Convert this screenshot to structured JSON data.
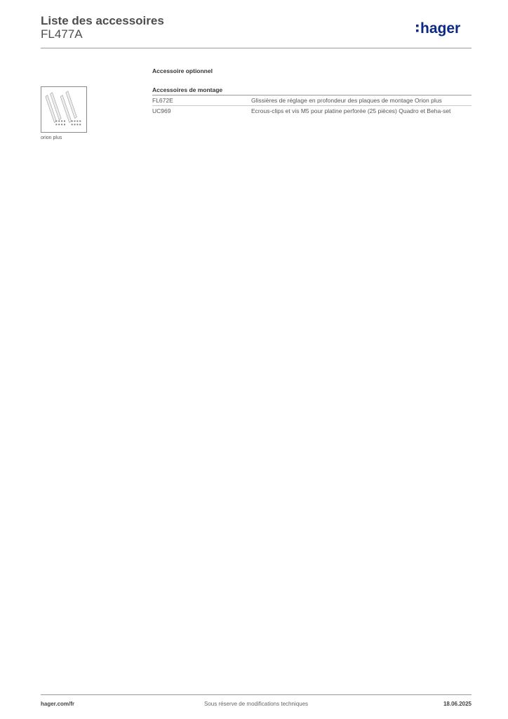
{
  "header": {
    "title": "Liste des accessoires",
    "subtitle": "FL477A",
    "logo_text": "hager",
    "brand_color": "#0a2a86"
  },
  "product_image": {
    "caption": "orion plus"
  },
  "section": {
    "title": "Accessoire optionnel"
  },
  "group": {
    "title": "Accessoires de montage",
    "rows": [
      {
        "ref": "FL672E",
        "description": "Glissières de réglage en profondeur des plaques de montage Orion plus"
      },
      {
        "ref": "UC969",
        "description": "Ecrous-clips et vis M5 pour platine perforée (25 pièces) Quadro et Beha-set"
      }
    ]
  },
  "footer": {
    "website": "hager.com/fr",
    "notice": "Sous réserve de modifications techniques",
    "date": "18.06.2025"
  }
}
